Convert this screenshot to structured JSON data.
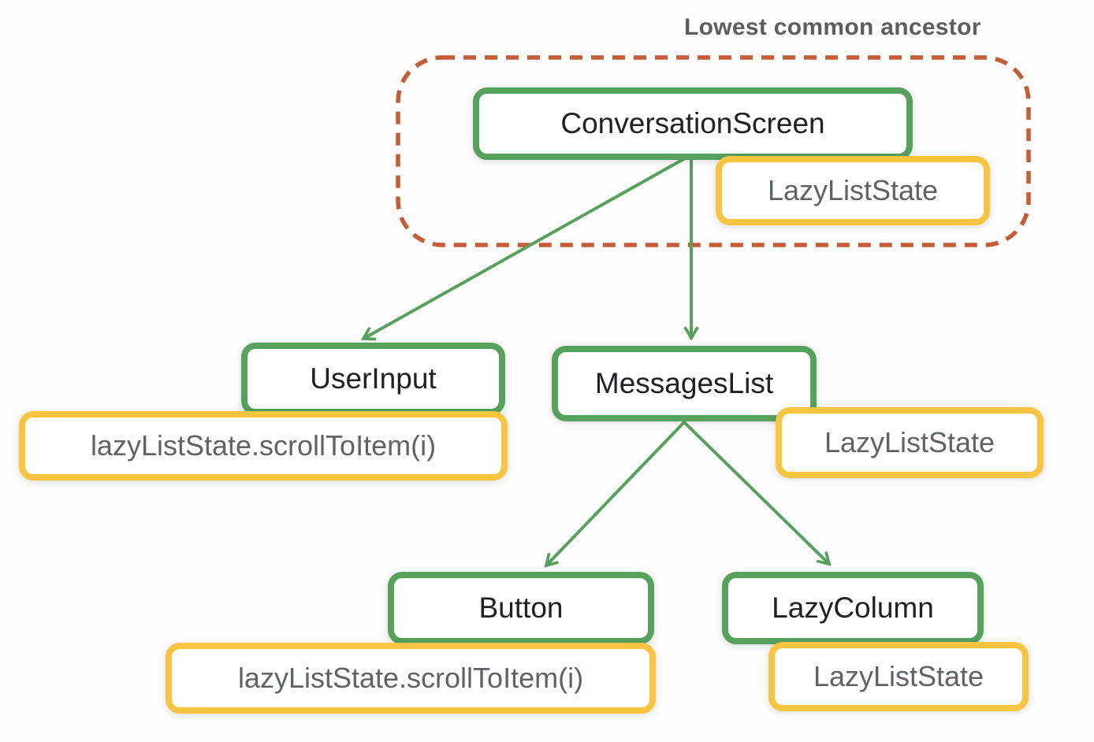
{
  "annotation": {
    "label": "Lowest common ancestor"
  },
  "nodes": {
    "conversation_screen": "ConversationScreen",
    "conversation_screen_state": "LazyListState",
    "user_input": "UserInput",
    "user_input_call": "lazyListState.scrollToItem(i)",
    "messages_list": "MessagesList",
    "messages_list_state": "LazyListState",
    "button": "Button",
    "button_call": "lazyListState.scrollToItem(i)",
    "lazy_column": "LazyColumn",
    "lazy_column_state": "LazyListState"
  },
  "edges": [
    {
      "from": "ConversationScreen",
      "to": "UserInput"
    },
    {
      "from": "ConversationScreen",
      "to": "MessagesList"
    },
    {
      "from": "MessagesList",
      "to": "Button"
    },
    {
      "from": "MessagesList",
      "to": "LazyColumn"
    }
  ],
  "colors": {
    "composable_border_green": "#56A15C",
    "state_border_yellow": "#F9C440",
    "lca_outline_orange": "#C65C35",
    "state_text_gray": "#5F6368",
    "composable_text_black": "#202124",
    "annotation_text_gray": "#5D5D5D"
  }
}
